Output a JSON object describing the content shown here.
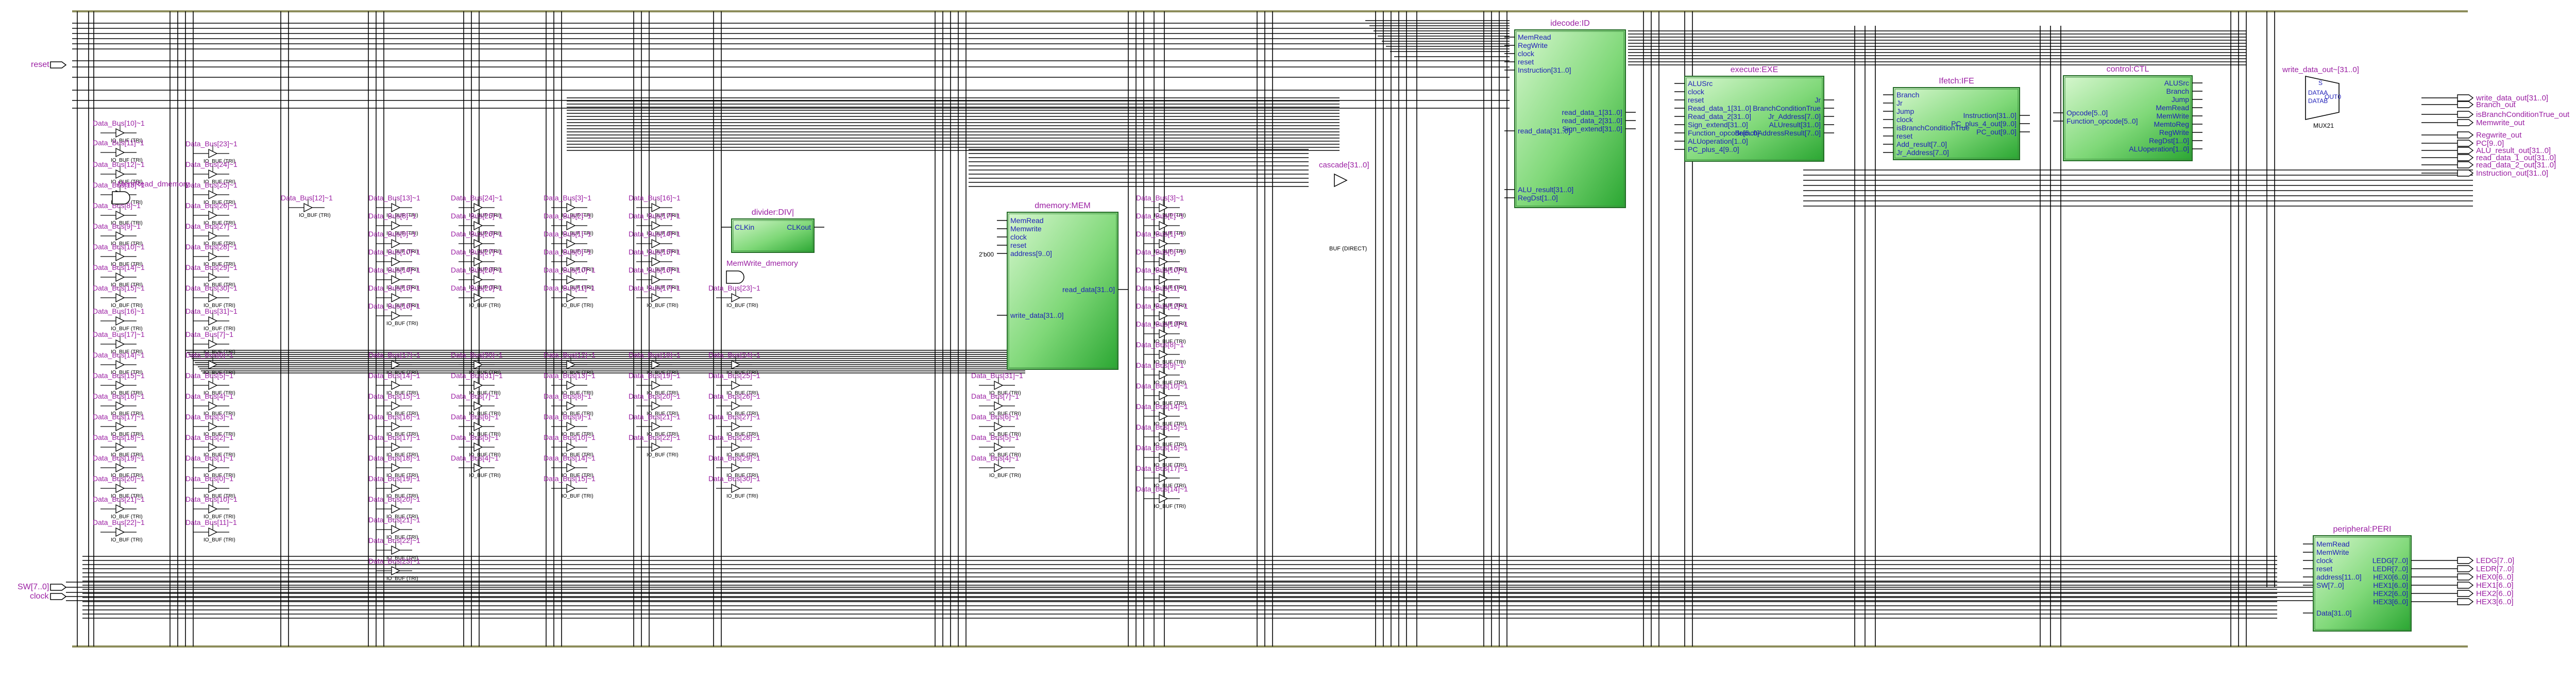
{
  "colors": {
    "wire": "#000000",
    "label": "#9b1fa3",
    "net_label": "#1f1fb8",
    "block_fill_top": "#c9f2c0",
    "block_fill_bottom": "#2fb135",
    "block_stroke": "#226a25",
    "rail": "#8c8c5a"
  },
  "inputs": {
    "reset": "reset",
    "sw": "SW[7..0]",
    "clock": "clock"
  },
  "misc": {
    "ibuf_label": "IO_BUF (TRI)",
    "hex_const": "2'b00",
    "mux_name": "MUX21",
    "mux_in0": "DATAA",
    "mux_in1": "DATAB",
    "mux_out": "OUT0",
    "mux_sel": "S",
    "bus_buffer_label": "BUF (DIRECT)"
  },
  "gate_labels": {
    "mem_read": "MemRead_dmemory",
    "mem_write": "MemWrite_dmemory",
    "cascade": "cascade[31..0]",
    "write_data_title": "write_data_out~[31..0]"
  },
  "data_bus_labels": [
    "Data_Bus[10]~1",
    "Data_Bus[11]~1",
    "Data_Bus[12]~1",
    "Data_Bus[13]~1",
    "Data_Bus[8]~1",
    "Data_Bus[9]~1",
    "Data_Bus[10]~1",
    "Data_Bus[14]~1",
    "Data_Bus[15]~1",
    "Data_Bus[16]~1",
    "Data_Bus[17]~1",
    "Data_Bus[14]~1",
    "Data_Bus[15]~1",
    "Data_Bus[16]~1",
    "Data_Bus[17]~1",
    "Data_Bus[18]~1",
    "Data_Bus[19]~1",
    "Data_Bus[20]~1",
    "Data_Bus[21]~1",
    "Data_Bus[22]~1",
    "Data_Bus[23]~1",
    "Data_Bus[24]~1",
    "Data_Bus[25]~1",
    "Data_Bus[26]~1",
    "Data_Bus[27]~1",
    "Data_Bus[28]~1",
    "Data_Bus[29]~1",
    "Data_Bus[30]~1",
    "Data_Bus[31]~1",
    "Data_Bus[7]~1",
    "Data_Bus[6]~1",
    "Data_Bus[5]~1",
    "Data_Bus[4]~1",
    "Data_Bus[3]~1",
    "Data_Bus[2]~1",
    "Data_Bus[1]~1",
    "Data_Bus[0]~1"
  ],
  "blocks": {
    "divider": {
      "title": "divider:DIV|",
      "ports_in": [
        "CLKin"
      ],
      "ports_out": [
        "CLKout"
      ]
    },
    "dmemory": {
      "title": "dmemory:MEM",
      "ports_in": [
        "MemRead",
        "Memwrite",
        "clock",
        "reset",
        "address[9..0]",
        "write_data[31..0]"
      ],
      "ports_out": [
        "read_data[31..0]"
      ]
    },
    "idecode": {
      "title": "idecode:ID",
      "ports_in": [
        "MemRead",
        "RegWrite",
        "clock",
        "reset",
        "Instruction[31..0]",
        "read_data[31..0]",
        "ALU_result[31..0]",
        "RegDst[1..0]"
      ],
      "ports_out": [
        "read_data_1[31..0]",
        "read_data_2[31..0]",
        "Sign_extend[31..0]"
      ]
    },
    "execute": {
      "title": "execute:EXE",
      "ports_in": [
        "ALUSrc",
        "clock",
        "reset",
        "Read_data_1[31..0]",
        "Read_data_2[31..0]",
        "Sign_extend[31..0]",
        "Function_opcode[5..0]",
        "ALUoperation[1..0]",
        "PC_plus_4[9..0]"
      ],
      "ports_out": [
        "Jr",
        "BranchConditionTrue",
        "Jr_Address[7..0]",
        "ALUresult[31..0]",
        "BranchAddressResult[7..0]"
      ]
    },
    "ifetch": {
      "title": "Ifetch:IFE",
      "ports_in": [
        "Branch",
        "Jr",
        "Jump",
        "clock",
        "isBranchConditionTrue",
        "reset",
        "Add_result[7..0]",
        "Jr_Address[7..0]"
      ],
      "ports_out": [
        "Instruction[31..0]",
        "PC_plus_4_out[9..0]",
        "PC_out[9..0]"
      ]
    },
    "control": {
      "title": "control:CTL",
      "ports_in": [
        "Opcode[5..0]",
        "Function_opcode[5..0]"
      ],
      "ports_out": [
        "ALUSrc",
        "Branch",
        "Jump",
        "MemRead",
        "MemWrite",
        "MemtoReg",
        "RegWrite",
        "RegDst[1..0]",
        "ALUoperation[1..0]"
      ]
    },
    "peripheral": {
      "title": "peripheral:PERI",
      "ports_in": [
        "MemRead",
        "MemWrite",
        "clock",
        "reset",
        "address[11..0]",
        "SW[7..0]",
        "Data[31..0]"
      ],
      "ports_out": [
        "LEDG[7..0]",
        "LEDR[7..0]",
        "HEX0[6..0]",
        "HEX1[6..0]",
        "HEX2[6..0]",
        "HEX3[6..0]"
      ]
    }
  },
  "outputs_top": [
    "write_data_out[31..0]",
    "Branch_out",
    "isBranchConditionTrue_out",
    "Memwrite_out",
    "Regwrite_out",
    "PC[9..0]",
    "ALU_result_out[31..0]",
    "read_data_1_out[31..0]",
    "read_data_2_out[31..0]",
    "Instruction_out[31..0]"
  ],
  "outputs_bottom": [
    "LEDG[7..0]",
    "LEDR[7..0]",
    "HEX0[6..0]",
    "HEX1[6..0]",
    "HEX2[6..0]",
    "HEX3[6..0]"
  ]
}
